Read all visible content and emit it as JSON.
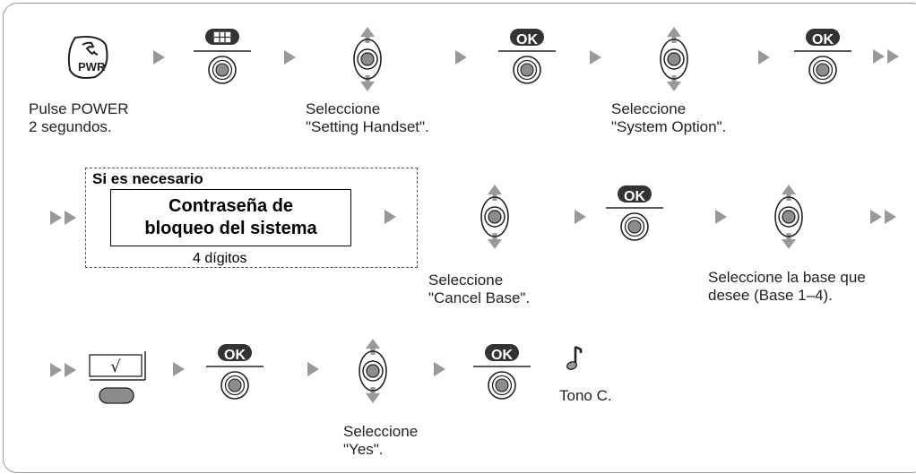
{
  "steps": {
    "power_label": "PWR",
    "power_caption": "Pulse POWER\n2 segundos.",
    "select_setting_caption": "Seleccione\n\"Setting Handset\".",
    "ok_label": "OK",
    "select_system_caption": "Seleccione\n\"System Option\".",
    "conditional_title": "Si es necesario",
    "password_line1": "Contraseña de",
    "password_line2": "bloqueo del sistema",
    "password_digits": "4 dígitos",
    "select_cancel_caption": "Seleccione\n\"Cancel Base\".",
    "select_base_caption": "Seleccione la base que\ndesee (Base 1–4).",
    "check_label": "√",
    "select_yes_caption": "Seleccione\n\"Yes\".",
    "tone_caption": "Tono C."
  },
  "colors": {
    "button_gray": "#8c8c8c",
    "key_dark": "#333333",
    "arrow": "#999999",
    "frame": "#9a9a9a"
  }
}
